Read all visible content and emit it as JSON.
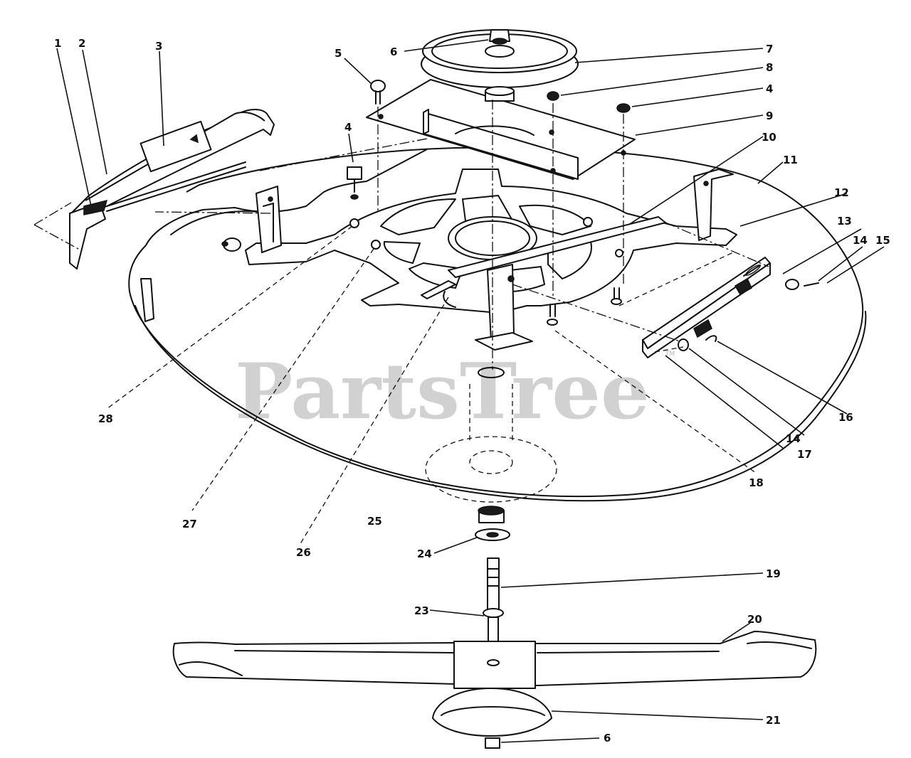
{
  "watermark": {
    "text": "PartsTree",
    "trademark": "TM"
  },
  "callouts": [
    "1",
    "2",
    "3",
    "4",
    "5",
    "6",
    "7",
    "8",
    "9",
    "10",
    "11",
    "12",
    "13",
    "14",
    "15",
    "16",
    "17",
    "18",
    "19",
    "20",
    "21",
    "23",
    "24",
    "25",
    "26",
    "27",
    "28"
  ]
}
